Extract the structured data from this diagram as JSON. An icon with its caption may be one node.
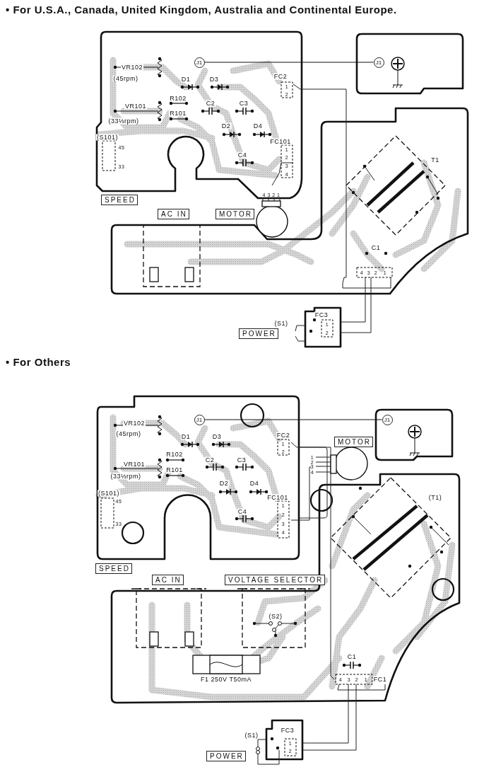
{
  "diagram": {
    "nodes": [
      {
        "text": [
          "J1"
        ]
      },
      {
        "text": [
          "J1"
        ]
      },
      {
        "text": [
          "SPEED"
        ]
      },
      {
        "text": [
          "AC IN"
        ]
      },
      {
        "text": [
          "MOTOR"
        ]
      },
      {
        "text": [
          "POWER"
        ]
      },
      {
        "text": [
          "J1"
        ]
      },
      {
        "text": [
          "J1"
        ]
      },
      {
        "text": [
          "MOTOR"
        ]
      },
      {
        "text": [
          "SPEED"
        ]
      },
      {
        "text": [
          "AC IN"
        ]
      },
      {
        "text": [
          "VOLTAGE SELECTOR"
        ]
      },
      {
        "text": [
          "POWER"
        ]
      }
    ],
    "edges": [
      {
        "from": 0,
        "to": 1,
        "arrow": "none"
      },
      {
        "from": 6,
        "to": 7,
        "arrow": "none"
      }
    ],
    "labels": [
      "• For U.S.A., Canada, United Kingdom, Australia and Continental Europe.",
      "VR102",
      "(45rpm)",
      "D1",
      "D3",
      "FC2",
      "1",
      "2",
      "R102",
      "C2",
      "C3",
      "VR101",
      "R101",
      "(33⅓rpm)",
      "D2",
      "D4",
      "(S101)",
      "FC101",
      "1",
      "45",
      "C4",
      "2",
      "33",
      "3",
      "4",
      "4 3 2 1",
      "T1",
      "C1",
      "4",
      "3",
      "2",
      "1",
      "(S1)",
      "FC3",
      "1",
      "2",
      "• For Others",
      "VR102",
      "(45rpm)",
      "D1",
      "D3",
      "FC2",
      "1",
      "2",
      "R102",
      "1",
      "C2",
      "C3",
      "2",
      "VR101",
      "3",
      "R101",
      "4",
      "(33⅓rpm)",
      "D2",
      "D4",
      "(S101)",
      "FC101",
      "45",
      "1",
      "(T1)",
      "C4",
      "2",
      "33",
      "3",
      "4",
      "(S2)",
      "C1",
      "F1 250V T50mA",
      "4",
      "3",
      "2",
      "1",
      "FC1",
      "(S1)",
      "FC3",
      "1",
      "2"
    ]
  }
}
